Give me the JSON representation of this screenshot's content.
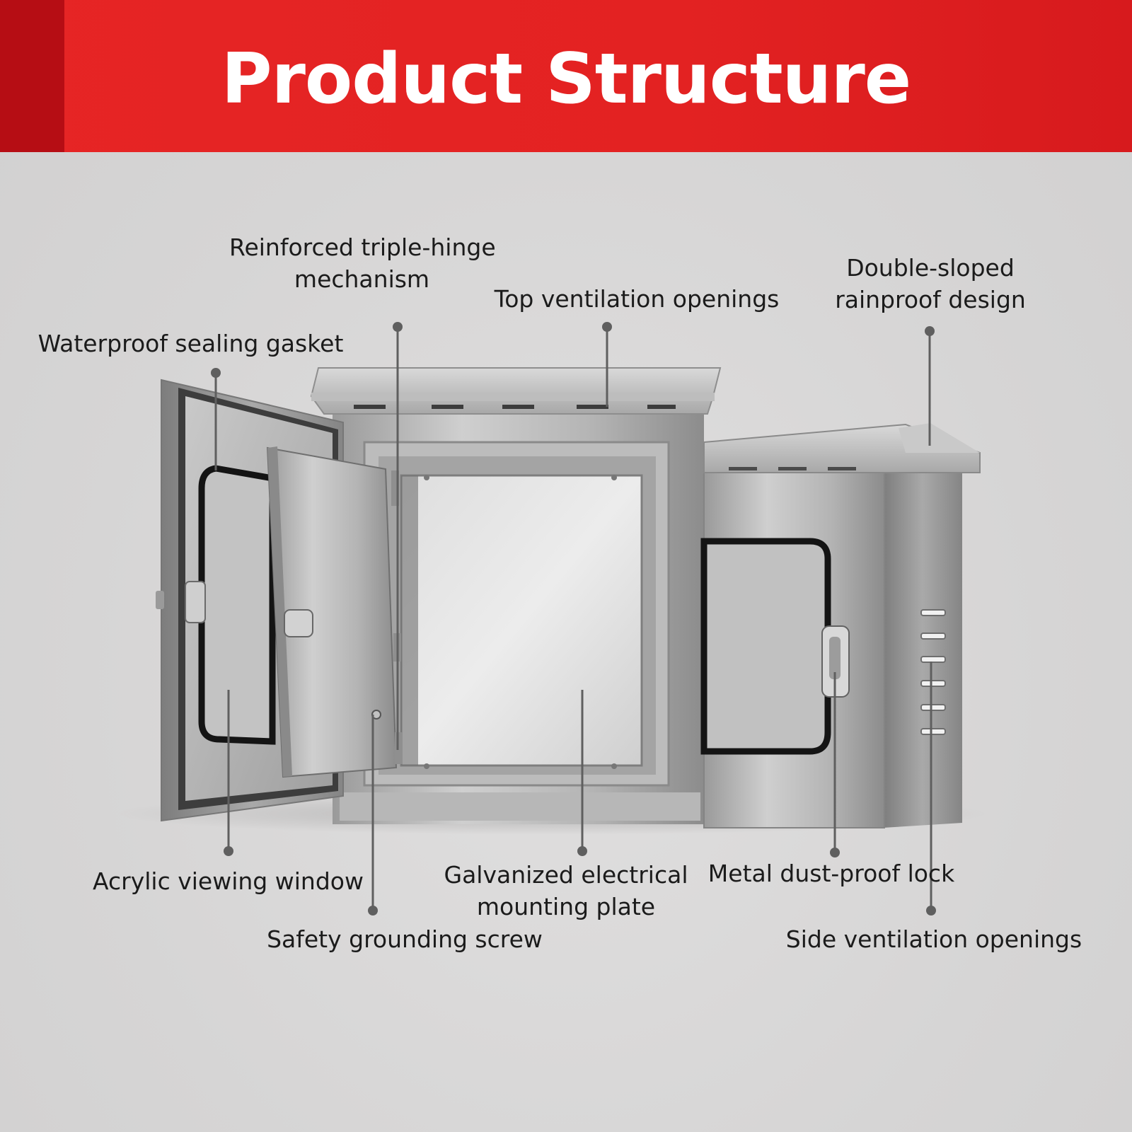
{
  "header": {
    "title": "Product Structure"
  },
  "colors": {
    "banner_red": "#e62525",
    "banner_dark": "#b60d14",
    "background": "#d7d6d6",
    "leader_line": "#5f5f5f"
  },
  "image": {
    "subject": "stainless-steel-electrical-enclosures-icon"
  },
  "callouts": {
    "hinge": {
      "line1": "Reinforced triple-hinge",
      "line2": "mechanism"
    },
    "top_vent": {
      "text": "Top ventilation openings"
    },
    "rainproof": {
      "line1": "Double-sloped",
      "line2": "rainproof design"
    },
    "gasket": {
      "text": "Waterproof sealing gasket"
    },
    "acrylic": {
      "text": "Acrylic viewing window"
    },
    "plate": {
      "line1": "Galvanized electrical",
      "line2": "mounting plate"
    },
    "lock": {
      "text": "Metal dust-proof lock"
    },
    "screw": {
      "text": "Safety grounding screw"
    },
    "side_vent": {
      "text": "Side ventilation openings"
    }
  }
}
